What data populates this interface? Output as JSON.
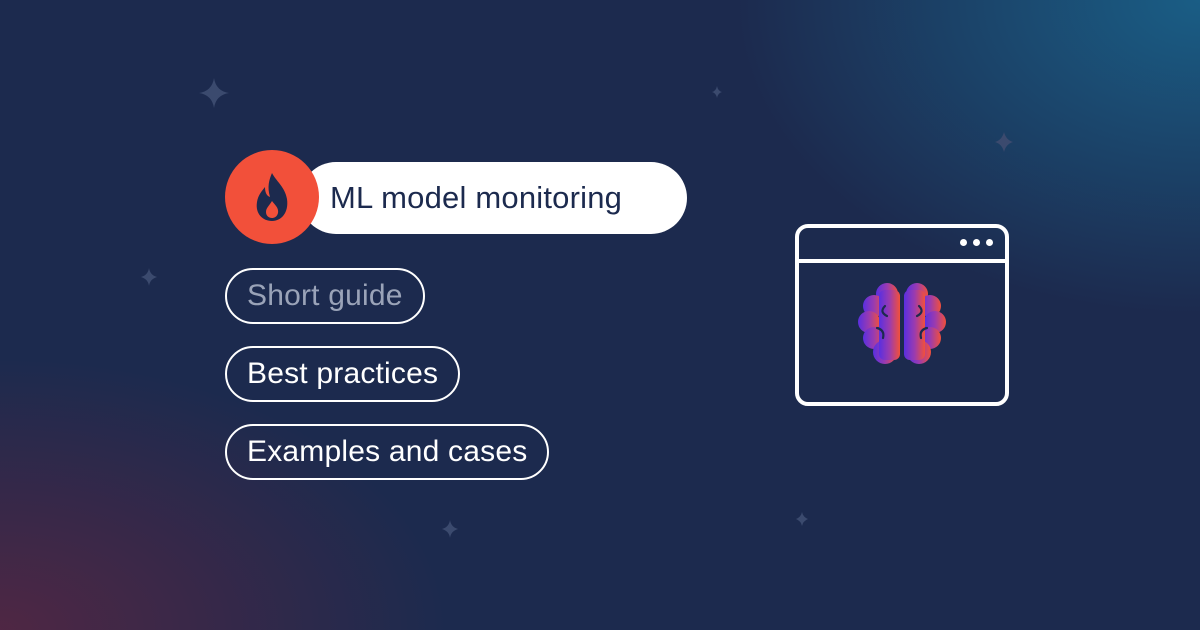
{
  "title": "ML model monitoring",
  "chips": [
    {
      "label": "Short guide"
    },
    {
      "label": "Best practices"
    },
    {
      "label": "Examples and cases"
    }
  ],
  "icons": {
    "badge": "fire-icon",
    "illustration": "browser-window-icon",
    "illustration_content": "brain-icon"
  },
  "colors": {
    "background": "#1c2a4e",
    "accent": "#f2503a",
    "brain_gradient_start": "#5a2fe0",
    "brain_gradient_end": "#f2503a",
    "muted_text": "#9aa3b8"
  }
}
